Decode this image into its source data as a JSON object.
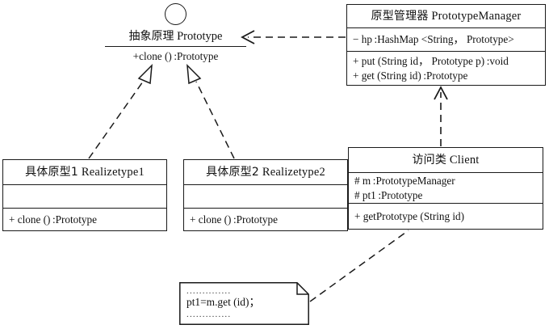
{
  "diagram": {
    "title": "Prototype Pattern UML Class Diagram",
    "stroke_color": "#1a1a1a",
    "background_color": "#ffffff"
  },
  "abstract_prototype": {
    "icon": "circle-glyph",
    "name_cn": "抽象原理",
    "name_en": "Prototype",
    "method": "+clone () :Prototype"
  },
  "prototype_manager": {
    "name_cn": "原型管理器",
    "name_en": "PrototypeManager",
    "attributes": [
      "− hp :HashMap <String， Prototype>"
    ],
    "operations": [
      "+ put (String id， Prototype p) :void",
      "+ get (String id) :Prototype"
    ]
  },
  "realize_type_1": {
    "name_cn": "具体原型1",
    "name_en": "Realizetype1",
    "attributes": [],
    "operations": [
      "+ clone () :Prototype"
    ]
  },
  "realize_type_2": {
    "name_cn": "具体原型2",
    "name_en": "Realizetype2",
    "attributes": [],
    "operations": [
      "+ clone () :Prototype"
    ]
  },
  "client": {
    "name_cn": "访问类",
    "name_en": "Client",
    "attributes": [
      "# m :PrototypeManager",
      "# pt1 :Prototype"
    ],
    "operations": [
      "+ getPrototype (String id)"
    ]
  },
  "note": {
    "dots_top": "..............",
    "code": "pt1=m.get (id)；",
    "dots_bottom": ".............."
  },
  "relationships": [
    {
      "id": "realization-1",
      "type": "realization",
      "from": "realize_type_1",
      "to": "abstract_prototype",
      "line": "dashed",
      "arrowhead": "hollow-triangle"
    },
    {
      "id": "realization-2",
      "type": "realization",
      "from": "realize_type_2",
      "to": "abstract_prototype",
      "line": "dashed",
      "arrowhead": "hollow-triangle"
    },
    {
      "id": "dependency-manager-prototype",
      "type": "dependency",
      "from": "prototype_manager",
      "to": "abstract_prototype",
      "line": "dashed",
      "arrowhead": "open"
    },
    {
      "id": "dependency-client-manager",
      "type": "dependency",
      "from": "client",
      "to": "prototype_manager",
      "line": "dashed",
      "arrowhead": "open"
    },
    {
      "id": "note-anchor-client",
      "type": "note-link",
      "from": "note",
      "to": "client",
      "line": "dashed",
      "arrowhead": "none"
    }
  ]
}
